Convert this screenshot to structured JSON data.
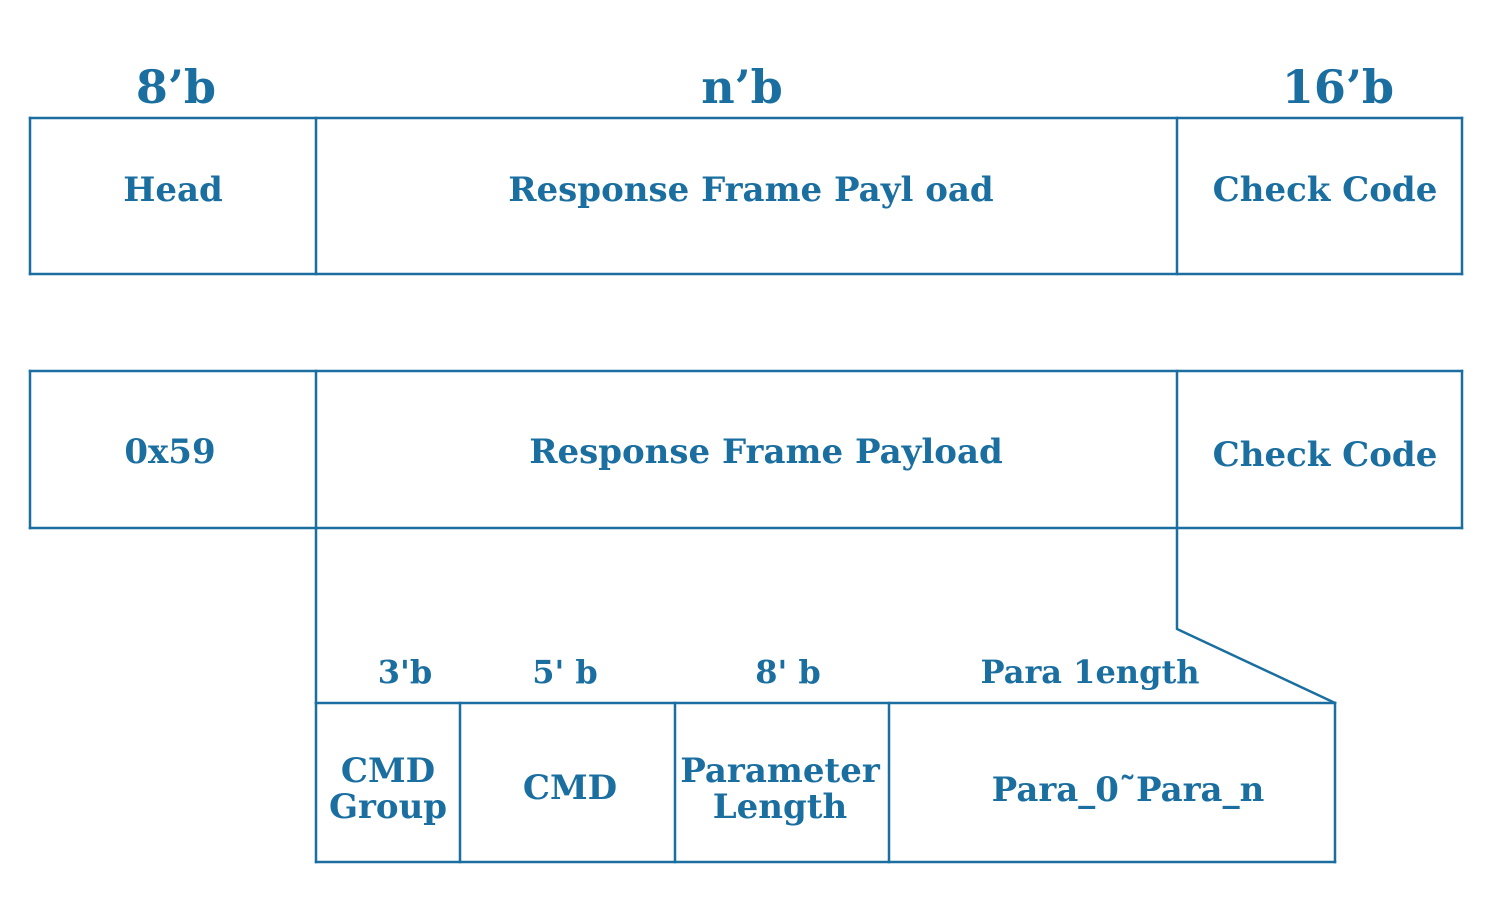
{
  "frame_top": {
    "bit_widths": [
      "8’b",
      "n’b",
      "16’b"
    ],
    "fields": [
      "Head",
      "Response Frame Payl oad",
      "Check Code"
    ]
  },
  "frame_mid": {
    "fields": [
      "0x59",
      "Response Frame Payload",
      "Check Code"
    ]
  },
  "payload_detail": {
    "bit_widths": [
      "3'b",
      "5' b",
      "8' b",
      "Para 1ength"
    ],
    "fields": [
      "CMD Group",
      "CMD",
      "Parameter Length",
      "Para_0˜Para_n"
    ]
  },
  "colors": {
    "line": "#1a6fa0",
    "text": "#1a6fa0",
    "background": "#ffffff"
  }
}
